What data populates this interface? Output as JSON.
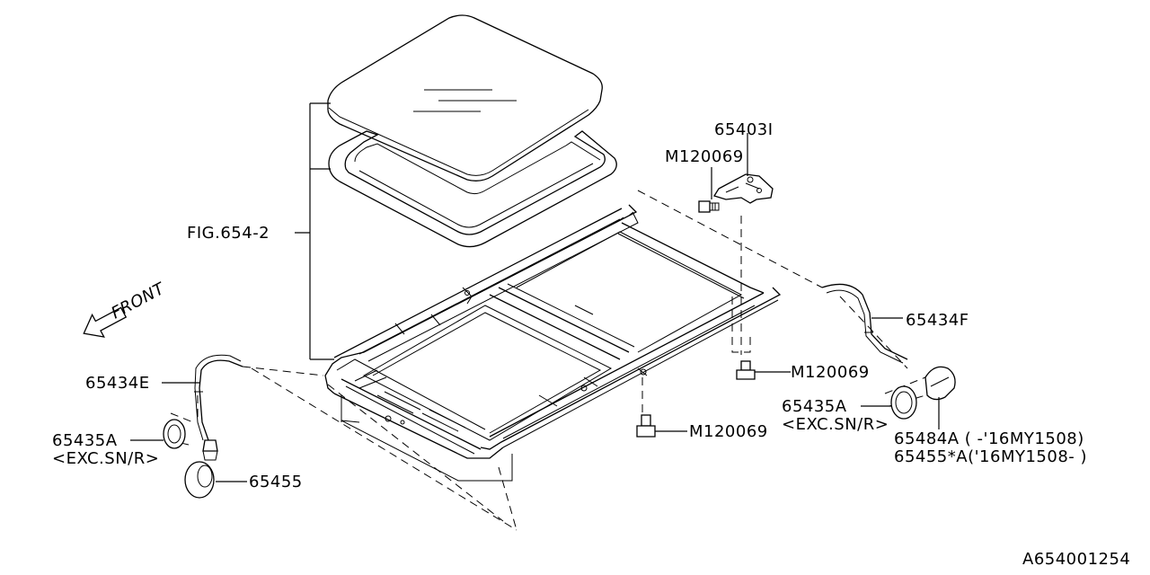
{
  "labels": {
    "fig": "FIG.654-2",
    "front": "FRONT",
    "p65403I": "65403I",
    "m120069_top": "M120069",
    "m120069_mid": "M120069",
    "m120069_low": "M120069",
    "p65434F": "65434F",
    "p65434E": "65434E",
    "p65435A_left": "65435A",
    "exc_left": "<EXC.SN/R>",
    "p65455": "65455",
    "p65435A_right": "65435A",
    "exc_right": "<EXC.SN/R>",
    "p65484A": "65484A ( -'16MY1508)",
    "p65455A": "65455*A('16MY1508- )",
    "diagram_id": "A654001254"
  }
}
